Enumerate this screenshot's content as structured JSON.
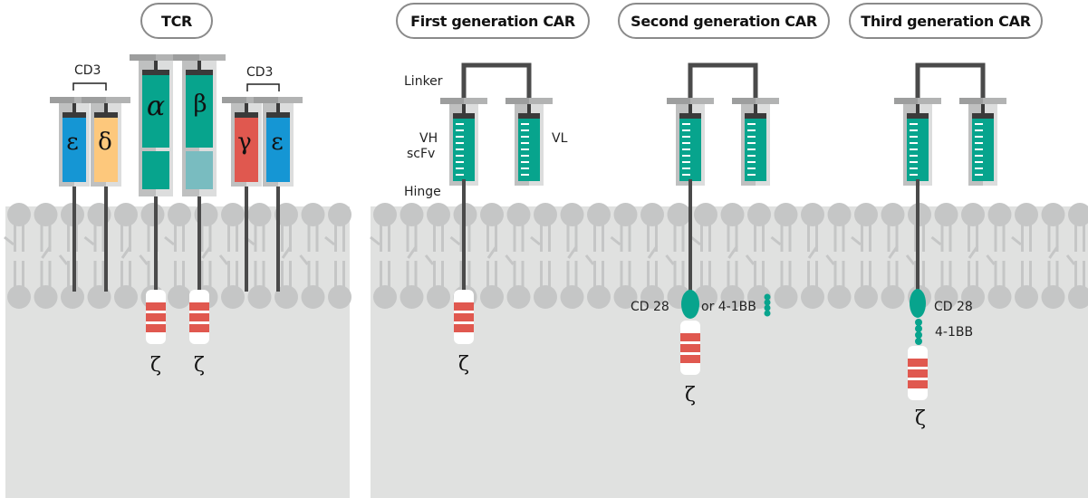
{
  "panels": {
    "tcr": {
      "title": "TCR",
      "cd3_left_label": "CD3",
      "cd3_right_label": "CD3",
      "chains": [
        {
          "symbol": "ε",
          "color": "#1596d4"
        },
        {
          "symbol": "δ",
          "color": "#fdc87c"
        },
        {
          "symbol": "α",
          "color": "#07a48d",
          "lower_color": "#07a48d"
        },
        {
          "symbol": "β",
          "color": "#07a48d",
          "lower_color": "#79bcc0"
        },
        {
          "symbol": "γ",
          "color": "#e0584f"
        },
        {
          "symbol": "ε",
          "color": "#1596d4"
        }
      ],
      "zeta_labels": [
        "ζ",
        "ζ"
      ]
    },
    "first_gen": {
      "title": "First generation CAR",
      "labels": {
        "linker": "Linker",
        "vh": "VH",
        "scfv": "scFv",
        "vl": "VL",
        "hinge": "Hinge"
      },
      "zeta": "ζ"
    },
    "second_gen": {
      "title": "Second generation CAR",
      "costim_left": "CD 28",
      "costim_right": "or 4-1BB",
      "zeta": "ζ"
    },
    "third_gen": {
      "title": "Third generation CAR",
      "costim_1": "CD 28",
      "costim_2": "4-1BB",
      "zeta": "ζ"
    }
  },
  "colors": {
    "cytoplasm": "#e0e1e0",
    "lipid": "#c5c6c6",
    "teal": "#07a48d",
    "itam_red": "#e0584f",
    "stalk": "#4a4a4a"
  }
}
